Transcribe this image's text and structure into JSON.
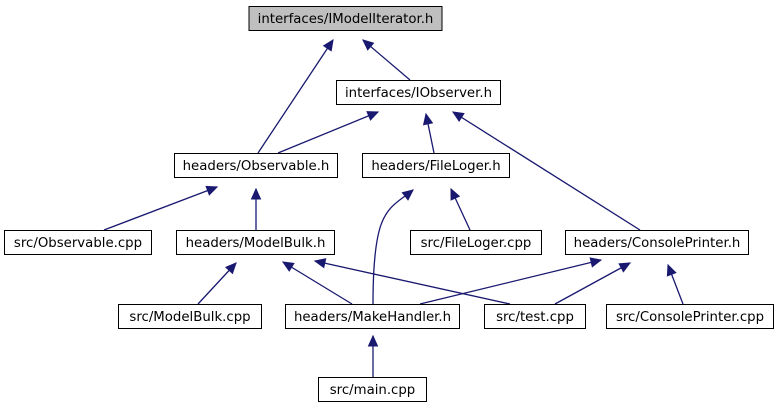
{
  "graph": {
    "nodes": {
      "imodeliterator": {
        "label": "interfaces/IModelIterator.h",
        "root": true
      },
      "iobserver": {
        "label": "interfaces/IObserver.h"
      },
      "observable_h": {
        "label": "headers/Observable.h"
      },
      "fileloger_h": {
        "label": "headers/FileLoger.h"
      },
      "observable_cpp": {
        "label": "src/Observable.cpp"
      },
      "modelbulk_h": {
        "label": "headers/ModelBulk.h"
      },
      "fileloger_cpp": {
        "label": "src/FileLoger.cpp"
      },
      "consoleprinter_h": {
        "label": "headers/ConsolePrinter.h"
      },
      "modelbulk_cpp": {
        "label": "src/ModelBulk.cpp"
      },
      "makehandler_h": {
        "label": "headers/MakeHandler.h"
      },
      "test_cpp": {
        "label": "src/test.cpp"
      },
      "consoleprinter_cpp": {
        "label": "src/ConsolePrinter.cpp"
      },
      "main_cpp": {
        "label": "src/main.cpp"
      }
    },
    "edges": [
      {
        "from": "imodeliterator",
        "to": "iobserver"
      },
      {
        "from": "imodeliterator",
        "to": "observable_h"
      },
      {
        "from": "iobserver",
        "to": "observable_h"
      },
      {
        "from": "iobserver",
        "to": "fileloger_h"
      },
      {
        "from": "iobserver",
        "to": "consoleprinter_h"
      },
      {
        "from": "observable_h",
        "to": "observable_cpp"
      },
      {
        "from": "observable_h",
        "to": "modelbulk_h"
      },
      {
        "from": "fileloger_h",
        "to": "fileloger_cpp"
      },
      {
        "from": "fileloger_h",
        "to": "makehandler_h"
      },
      {
        "from": "modelbulk_h",
        "to": "modelbulk_cpp"
      },
      {
        "from": "modelbulk_h",
        "to": "makehandler_h"
      },
      {
        "from": "modelbulk_h",
        "to": "test_cpp"
      },
      {
        "from": "consoleprinter_h",
        "to": "makehandler_h"
      },
      {
        "from": "consoleprinter_h",
        "to": "test_cpp"
      },
      {
        "from": "consoleprinter_h",
        "to": "consoleprinter_cpp"
      },
      {
        "from": "makehandler_h",
        "to": "main_cpp"
      }
    ],
    "colors": {
      "edge": "#191970",
      "root_fill": "#bfbfbf",
      "node_fill": "#ffffff",
      "border": "#000000"
    }
  }
}
